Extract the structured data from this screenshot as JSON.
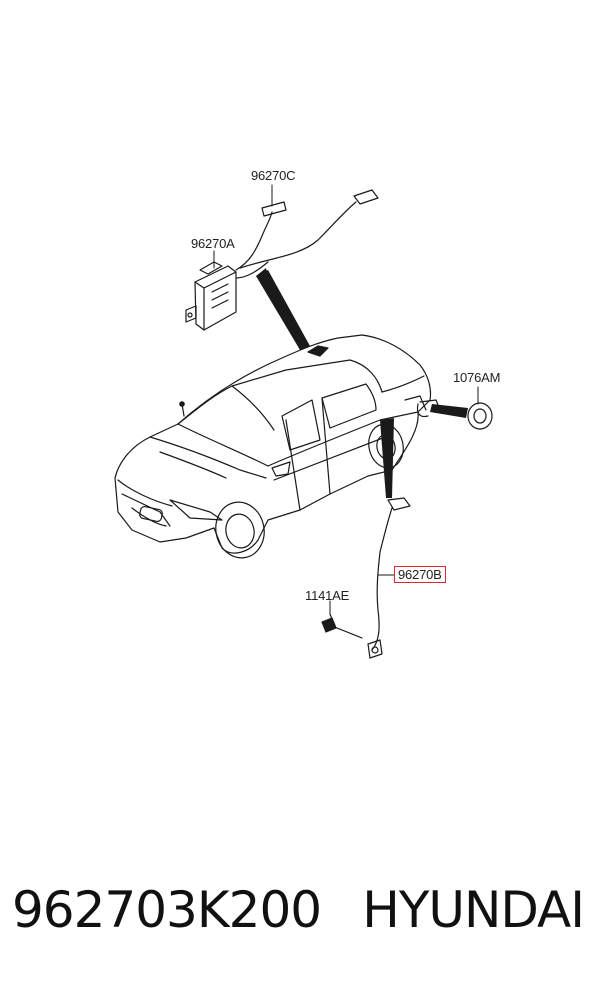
{
  "labels": {
    "c96270C": "96270C",
    "c96270A": "96270A",
    "c1076AM": "1076AM",
    "c96270B": "96270B",
    "c1141AE": "1141AE"
  },
  "highlight_color": "#e0262f",
  "footer": {
    "part_number": "962703K200",
    "brand": "HYUNDAI"
  }
}
